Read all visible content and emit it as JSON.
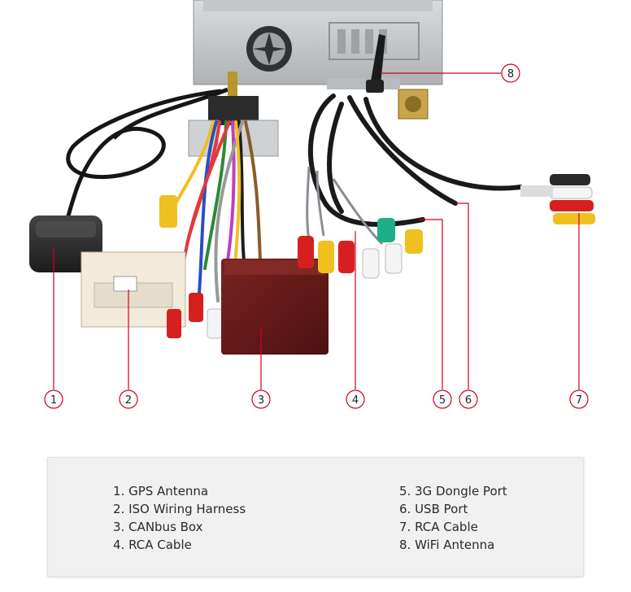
{
  "callouts": [
    "1",
    "2",
    "3",
    "4",
    "5",
    "6",
    "7",
    "8"
  ],
  "legend": {
    "left": [
      "1. GPS Antenna",
      "2. ISO Wiring Harness",
      "3. CANbus Box",
      "4. RCA Cable"
    ],
    "right": [
      "5. 3G Dongle Port",
      "6. USB Port",
      "7. RCA Cable",
      "8. WiFi Antenna"
    ]
  },
  "colors": {
    "callout_line": "#d0021b",
    "canbus_box": "#6b1a18",
    "harness_plug": "#f3eadc",
    "rca_red": "#d62020",
    "rca_yellow": "#f0c020",
    "rca_white": "#f4f4f4",
    "rca_green": "#1fae8a"
  }
}
